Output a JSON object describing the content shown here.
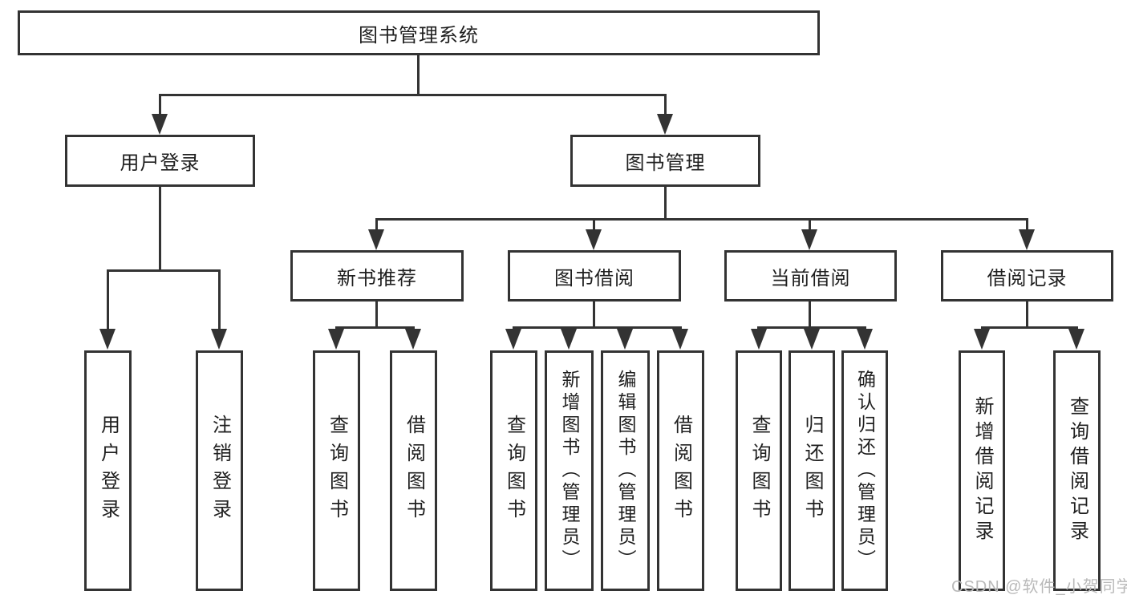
{
  "diagram": {
    "type": "hierarchy-tree",
    "title": "图书管理系统",
    "watermark": "CSDN @软件_小贺同学",
    "colors": {
      "line": "#333333",
      "box_border": "#333333",
      "box_fill": "#ffffff",
      "text": "#1f1f1f",
      "watermark": "#b9b9b9",
      "background": "#ffffff"
    }
  },
  "tree": {
    "label": "图书管理系统",
    "children": [
      {
        "label": "用户登录",
        "children": [
          {
            "label": "用户登录"
          },
          {
            "label": "注销登录"
          }
        ]
      },
      {
        "label": "图书管理",
        "children": [
          {
            "label": "新书推荐",
            "children": [
              {
                "label": "查询图书"
              },
              {
                "label": "借阅图书"
              }
            ]
          },
          {
            "label": "图书借阅",
            "children": [
              {
                "label": "查询图书"
              },
              {
                "label": "新增图书（管理员）"
              },
              {
                "label": "编辑图书（管理员）"
              },
              {
                "label": "借阅图书"
              }
            ]
          },
          {
            "label": "当前借阅",
            "children": [
              {
                "label": "查询图书"
              },
              {
                "label": "归还图书"
              },
              {
                "label": "确认归还（管理员）"
              }
            ]
          },
          {
            "label": "借阅记录",
            "children": [
              {
                "label": "新增借阅记录"
              },
              {
                "label": "查询借阅记录"
              }
            ]
          }
        ]
      }
    ]
  }
}
